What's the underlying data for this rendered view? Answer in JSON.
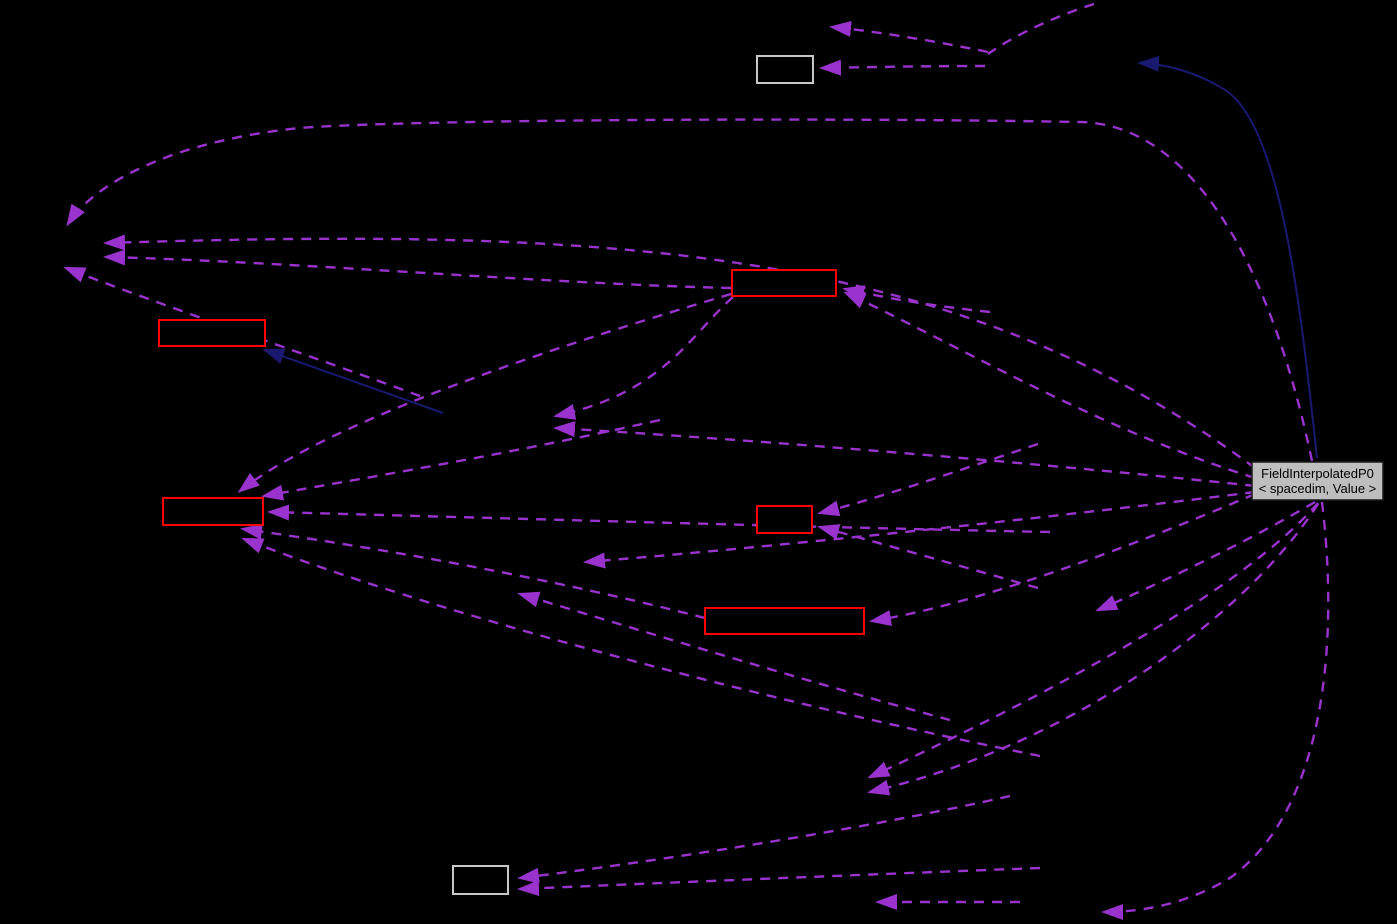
{
  "diagram": {
    "type": "dependency-graph",
    "background_color": "#000000",
    "colors": {
      "dashed_edge": "#9A32CD",
      "solid_edge": "#191970",
      "red_node_border": "#FF0000",
      "light_node_border": "#C8C8C8",
      "main_node_fill": "#BEBEBE",
      "main_node_text": "#000000"
    },
    "main_node": {
      "label_line1": "FieldInterpolatedP0",
      "label_line2": "< spacedim, Value >"
    },
    "nodes": [
      {
        "id": "top-light-box",
        "border": "light",
        "label": ""
      },
      {
        "id": "red-box-a",
        "border": "red",
        "label": ""
      },
      {
        "id": "red-box-b",
        "border": "red",
        "label": ""
      },
      {
        "id": "red-box-c",
        "border": "red",
        "label": ""
      },
      {
        "id": "red-box-d",
        "border": "red",
        "label": ""
      },
      {
        "id": "red-box-e",
        "border": "red",
        "label": ""
      },
      {
        "id": "bottom-light-box",
        "border": "light",
        "label": ""
      },
      {
        "id": "main-node",
        "border": "dark",
        "label": "FieldInterpolatedP0 < spacedim, Value >"
      }
    ],
    "edge_counts": {
      "dashed": 28,
      "solid": 2
    }
  }
}
